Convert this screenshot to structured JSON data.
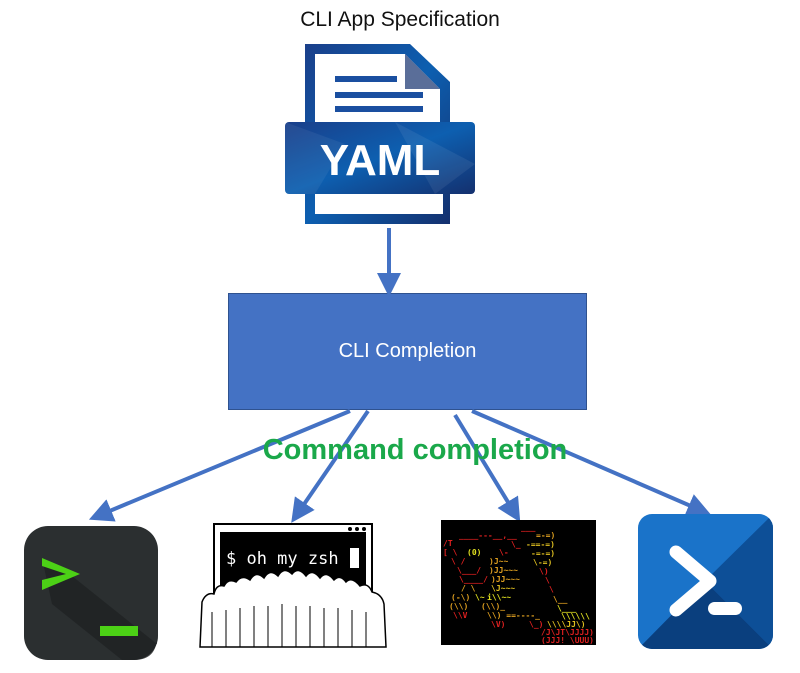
{
  "diagram": {
    "title": "CLI App Specification",
    "spec_icon": {
      "name": "yaml-file-icon",
      "label": "YAML"
    },
    "process_box": {
      "label": "CLI Completion",
      "color": "#4472c4"
    },
    "edge_label": {
      "text": "Command completion",
      "color": "#1aa84a"
    },
    "arrow_color": "#4472c4",
    "targets": [
      {
        "name": "bash-terminal-icon",
        "glyph": ">_",
        "accent": "#4cd116"
      },
      {
        "name": "oh-my-zsh-icon",
        "text": "$ oh my zsh"
      },
      {
        "name": "fish-shell-icon"
      },
      {
        "name": "powershell-icon",
        "glyph": ">_",
        "accent": "#1565c0"
      }
    ],
    "edges": [
      {
        "from": "spec",
        "to": "CLI Completion"
      },
      {
        "from": "CLI Completion",
        "to": "bash"
      },
      {
        "from": "CLI Completion",
        "to": "zsh"
      },
      {
        "from": "CLI Completion",
        "to": "fish"
      },
      {
        "from": "CLI Completion",
        "to": "powershell"
      }
    ]
  }
}
